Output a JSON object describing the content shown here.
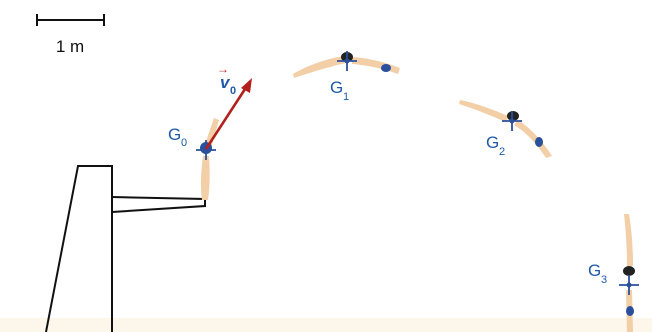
{
  "scale_bar": {
    "label": "1 m"
  },
  "velocity_vector": {
    "symbol": "v",
    "subscript": "0",
    "arrow_mark": "→"
  },
  "points": [
    {
      "letter": "G",
      "index": "0"
    },
    {
      "letter": "G",
      "index": "1"
    },
    {
      "letter": "G",
      "index": "2"
    },
    {
      "letter": "G",
      "index": "3"
    }
  ],
  "colors": {
    "label_blue": "#1f5aa8",
    "vector_red": "#b3201b",
    "skin": "#f2cfa6",
    "marker_blue": "#2a4f9c",
    "hair": "#222222",
    "structure": "#111111",
    "floor_tint": "#fdf6ea"
  }
}
